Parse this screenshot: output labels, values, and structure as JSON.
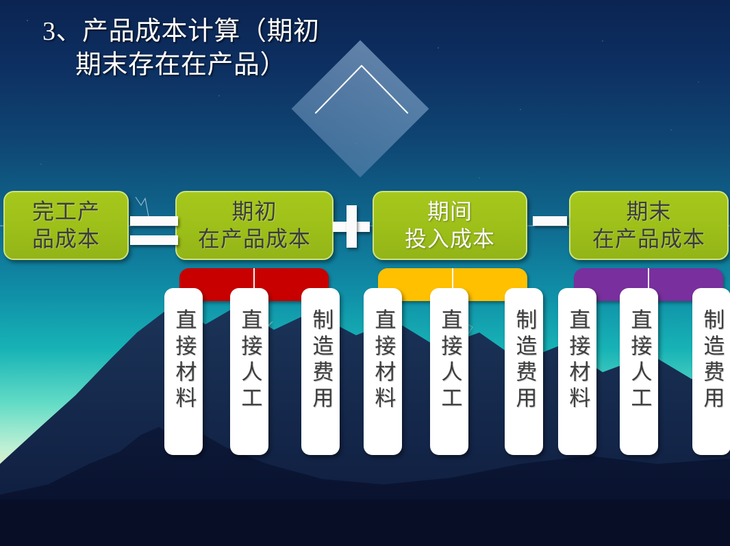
{
  "slide": {
    "title_line1": "3、产品成本计算（期初",
    "title_line2": "期末存在在产品）",
    "background": {
      "scene": "starry-night-mountain-landscape",
      "sky_dark": "#0b2452",
      "sky_teal": "#17b3b6",
      "sky_glow": "#f7e9b0",
      "mountain_dark": "#0a1436"
    }
  },
  "formula": {
    "terms": [
      {
        "line1": "完工产",
        "line2": "品成本",
        "text_style": "dark"
      },
      {
        "line1": "期初",
        "line2": "在产品成本",
        "text_style": "dark"
      },
      {
        "line1": "期间",
        "line2": "投入成本",
        "text_style": "light"
      },
      {
        "line1": "期末",
        "line2": "在产品成本",
        "text_style": "dark"
      }
    ],
    "operators": [
      {
        "name": "equals-operator",
        "glyph": "="
      },
      {
        "name": "plus-operator",
        "glyph": "+"
      },
      {
        "name": "minus-operator",
        "glyph": "−"
      }
    ],
    "accent_green": "#9dbf19",
    "green_border": "#cfe37f"
  },
  "cost_groups": [
    {
      "parent": "期初在产品成本",
      "bar_color": "#c80000",
      "items": [
        "直接材料",
        "直接人工",
        "制造费用"
      ]
    },
    {
      "parent": "期间投入成本",
      "bar_color": "#ffc000",
      "items": [
        "直接材料",
        "直接人工",
        "制造费用"
      ]
    },
    {
      "parent": "期末在产品成本",
      "bar_color": "#7a2f9e",
      "items": [
        "直接材料",
        "直接人工",
        "制造费用"
      ]
    }
  ],
  "decoration": {
    "diamond_fill": "#7f9fc4",
    "diamond_highlight": "#ffffff"
  }
}
